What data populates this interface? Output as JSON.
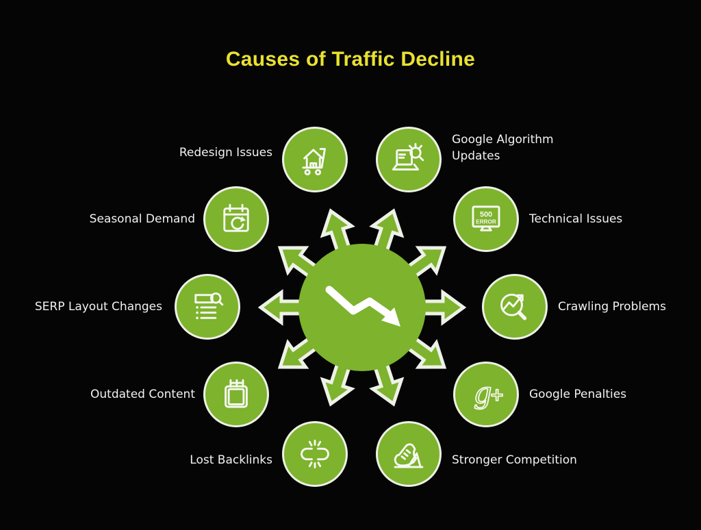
{
  "title": "Causes of Traffic Decline",
  "colors": {
    "background": "#050505",
    "accent_green": "#7db32d",
    "title_yellow": "#e9e22f",
    "ring_white": "#eef1e7",
    "text_white": "#f2f2f2"
  },
  "center": {
    "icon": "declining-trend-icon",
    "meaning": "traffic decline hub with 10 radiating arrows"
  },
  "items": [
    {
      "label": "Redesign Issues",
      "icon": "house-cart-icon",
      "side": "left"
    },
    {
      "label": "Google Algorithm Updates",
      "icon": "laptop-search-icon",
      "side": "right"
    },
    {
      "label": "Seasonal Demand",
      "icon": "calendar-refresh-icon",
      "side": "left"
    },
    {
      "label": "Technical Issues",
      "icon": "monitor-error-icon",
      "side": "right",
      "icon_text": [
        "500",
        "ERROR"
      ]
    },
    {
      "label": "SERP Layout Changes",
      "icon": "list-search-icon",
      "side": "left"
    },
    {
      "label": "Crawling Problems",
      "icon": "magnifier-trend-icon",
      "side": "right"
    },
    {
      "label": "Outdated Content",
      "icon": "notepad-icon",
      "side": "left"
    },
    {
      "label": "Google Penalties",
      "icon": "gplus-icon",
      "side": "right",
      "icon_text": [
        "g",
        "+"
      ]
    },
    {
      "label": "Lost Backlinks",
      "icon": "broken-link-icon",
      "side": "left"
    },
    {
      "label": "Stronger Competition",
      "icon": "running-shoe-icon",
      "side": "right"
    }
  ]
}
